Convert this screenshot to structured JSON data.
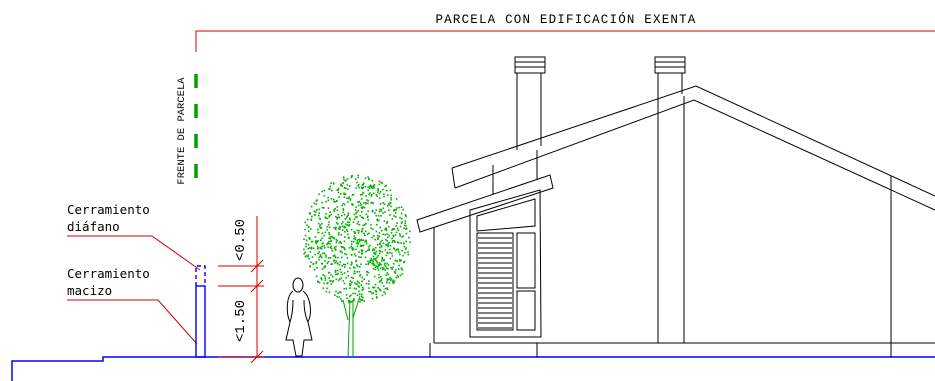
{
  "title": "PARCELA CON EDIFICACIÓN EXENTA",
  "frontage_label": "FRENTE DE PARCELA",
  "fence_labels": {
    "diaphanous": [
      "Cerramiento",
      "diáfano"
    ],
    "solid": [
      "Cerramiento",
      "macizo"
    ]
  },
  "dimensions": {
    "upper": "<0.50",
    "lower": "<1.50"
  },
  "colors": {
    "plot_line": "#d00000",
    "frontage": "#00a000",
    "ground": "#0000ff",
    "tree": "#00b000",
    "outline": "#000000"
  }
}
